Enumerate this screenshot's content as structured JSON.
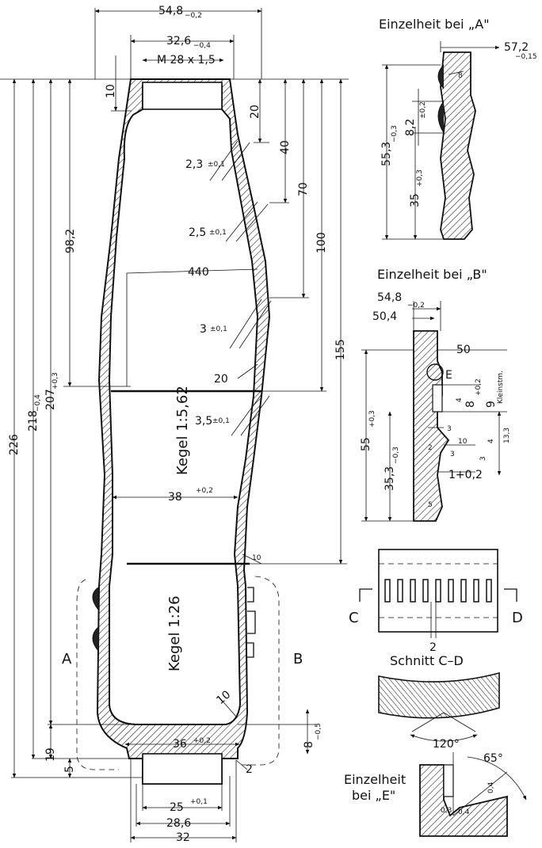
{
  "main": {
    "top_dims": {
      "overall_width": "54,8",
      "overall_width_tol": "−0,2",
      "bore_width": "32,6",
      "bore_width_tol": "−0,4",
      "thread": "M 28 x 1,5",
      "dim_10": "10",
      "dim_20": "20"
    },
    "right_dims": [
      "40",
      "70",
      "100",
      "155"
    ],
    "left_dims": {
      "d226": "226",
      "d218": "218",
      "d218_tol": "−0,4",
      "d207": "207",
      "d207_tol": "+0,3",
      "d98": "98,2",
      "d19": "19",
      "d5": "5"
    },
    "wall_dims": [
      {
        "value": "2,3",
        "tol": "±0,1"
      },
      {
        "value": "2,5",
        "tol": "±0,1"
      },
      {
        "value": "3",
        "tol": "±0,1"
      },
      {
        "value": "3,5",
        "tol": "±0,1"
      }
    ],
    "radius_440": "440",
    "wall_20": "20",
    "cone_upper": "Kegel 1:5,62",
    "cone_lower": "Kegel 1:26",
    "inner_38": "38",
    "inner_38_tol": "+0,2",
    "inner_36": "36",
    "inner_36_tol": "+0,2",
    "wall_10a": "10",
    "wall_10b": "10",
    "base_8": "8",
    "base_8_tol": "−0,5",
    "fillet_2": "2",
    "section_a": "A",
    "section_b": "B",
    "bottom_dims": [
      {
        "value": "25",
        "tol": "+0,1"
      },
      {
        "value": "28,6",
        "tol": ""
      },
      {
        "value": "32",
        "tol": ""
      }
    ]
  },
  "detail_a": {
    "title": "Einzelheit bei „A\"",
    "dim_57": "57,2",
    "dim_57_tol": "−0,15",
    "dim_8": "8",
    "dim_8_2": "8,2",
    "dim_8_2_tol": "±0,2",
    "dim_55": "55,3",
    "dim_55_tol": "−0,3",
    "dim_35": "35",
    "dim_35_tol": "+0,3"
  },
  "detail_b": {
    "title": "Einzelheit bei „B\"",
    "dim_54": "54,8",
    "dim_54_tol": "−0,2",
    "dim_50_4": "50,4",
    "dim_50": "50",
    "label_e": "E",
    "dim_4": "4",
    "dim_8": "8",
    "dim_8_tol": "+0,2",
    "dim_9": "9",
    "kleinstm": "Kleinstm.",
    "dim_3a": "3",
    "dim_10": "10",
    "dim_2": "2",
    "dim_3b": "3",
    "dim_3c": "3",
    "dim_4b": "4",
    "dim_13_3": "13,3",
    "dim_55": "55",
    "dim_55_tol": "+0,3",
    "dim_35": "35,3",
    "dim_35_tol": "−0,3",
    "dim_1": "1+0,2",
    "dim_5": "5"
  },
  "section_cd": {
    "title": "Schnitt C–D",
    "label_c": "C",
    "label_d": "D",
    "dim_2": "2",
    "angle": "120°"
  },
  "detail_e": {
    "title_line1": "Einzelheit",
    "title_line2": "bei „E\"",
    "angle": "65°",
    "dim_0_4a": "0,4",
    "dim_0_3": "0,3",
    "dim_0_4b": "0,4"
  }
}
